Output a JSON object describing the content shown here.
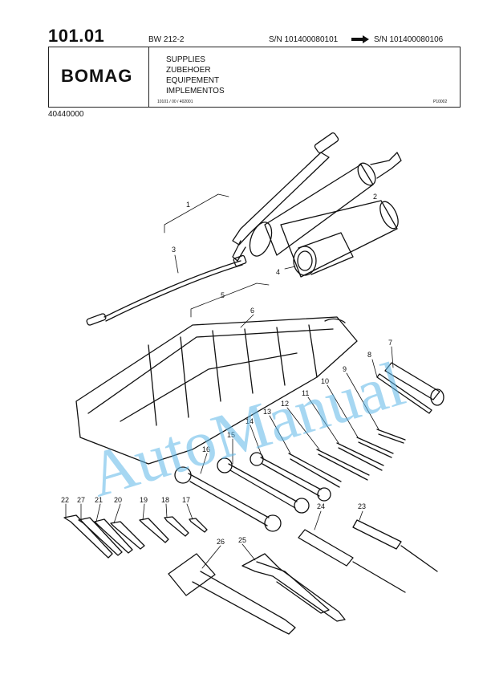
{
  "header": {
    "page_number": "101.01",
    "model": "BW 212-2",
    "sn_from": "S/N 101400080101",
    "sn_to": "S/N 101400080106",
    "brand": "BOMAG",
    "titles": [
      "SUPPLIES",
      "ZUBEHOER",
      "EQUIPEMENT",
      "IMPLEMENTOS"
    ],
    "ref_code": "10101 / 00 / 402001",
    "plate_code": "P10002",
    "part_number": "40440000"
  },
  "watermark": "AutoManual",
  "callouts": [
    "1",
    "2",
    "3",
    "4",
    "5",
    "6",
    "7",
    "8",
    "9",
    "10",
    "11",
    "12",
    "13",
    "14",
    "15",
    "16",
    "17",
    "18",
    "19",
    "20",
    "21",
    "22",
    "23",
    "24",
    "25",
    "26",
    "27"
  ],
  "colors": {
    "ink": "#111111",
    "watermark": "#5fb8e8"
  }
}
